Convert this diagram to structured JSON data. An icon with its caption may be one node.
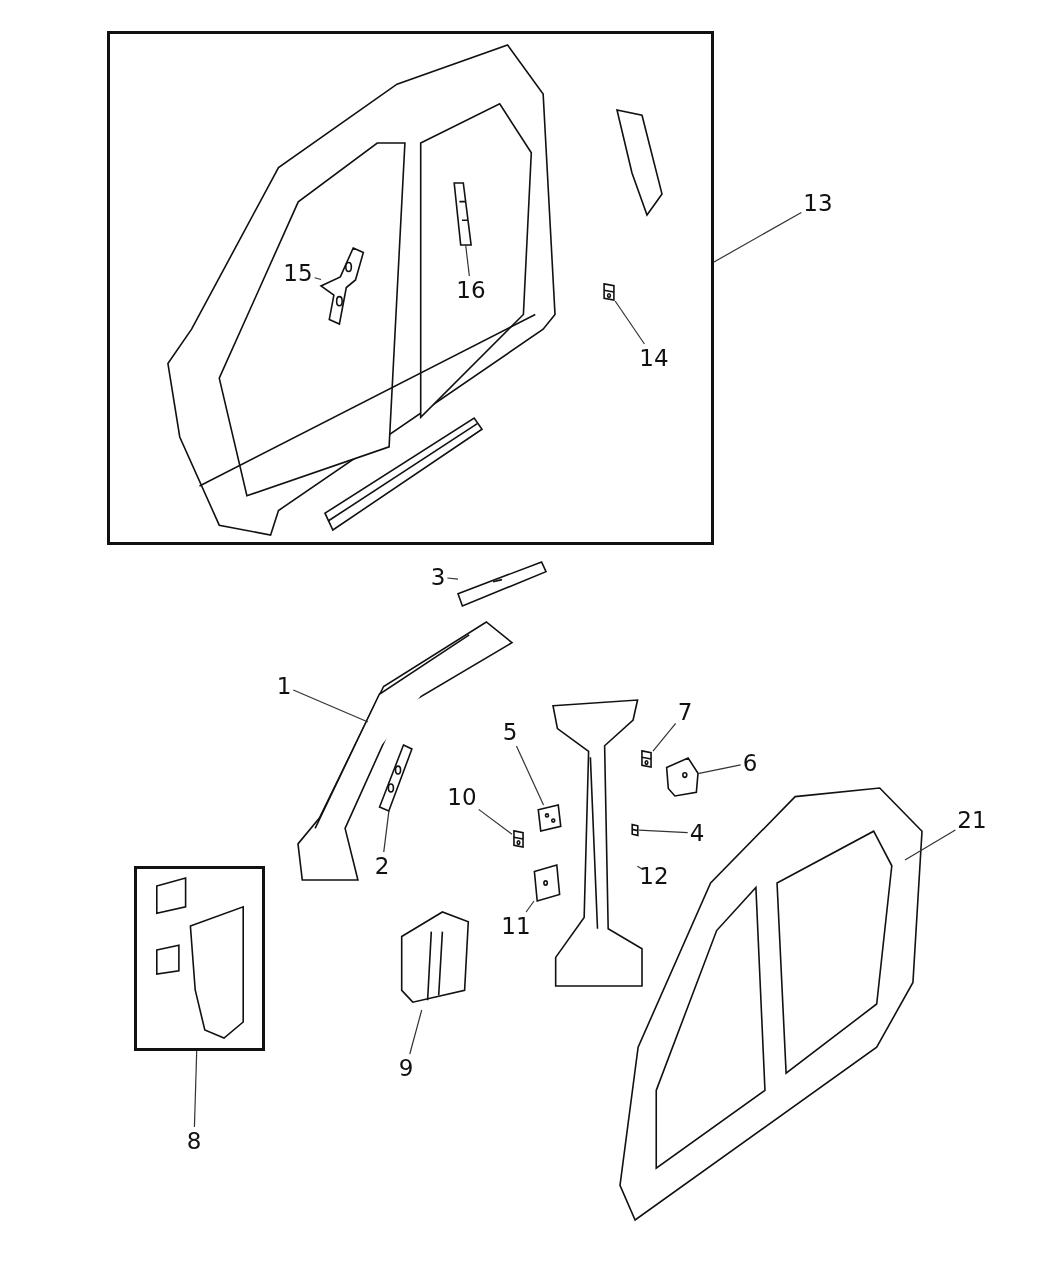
{
  "diagram": {
    "nodes": [
      {
        "text": [],
        "shape": "box"
      },
      {
        "text": [
          "15"
        ],
        "in": 0
      },
      {
        "text": [],
        "shape": "picture",
        "in": 0
      },
      {
        "text": [
          "16"
        ],
        "in": 0
      },
      {
        "text": [],
        "shape": "picture",
        "in": 0
      },
      {
        "text": [
          "14"
        ],
        "in": 0
      },
      {
        "text": [],
        "shape": "picture",
        "in": 0
      },
      {
        "text": [
          "13"
        ]
      },
      {
        "text": [
          "3"
        ]
      },
      {
        "text": [],
        "shape": "picture"
      },
      {
        "text": [
          "1"
        ]
      },
      {
        "text": [],
        "shape": "picture"
      },
      {
        "text": [
          "2"
        ]
      },
      {
        "text": [],
        "shape": "picture"
      },
      {
        "text": [
          "7"
        ]
      },
      {
        "text": [],
        "shape": "picture"
      },
      {
        "text": [
          "5"
        ]
      },
      {
        "text": [],
        "shape": "picture"
      },
      {
        "text": [
          "6"
        ]
      },
      {
        "text": [],
        "shape": "picture"
      },
      {
        "text": [
          "10"
        ]
      },
      {
        "text": [],
        "shape": "picture"
      },
      {
        "text": [
          "4"
        ]
      },
      {
        "text": [],
        "shape": "picture"
      },
      {
        "text": [
          "12"
        ]
      },
      {
        "text": [],
        "shape": "picture"
      },
      {
        "text": [
          "21"
        ]
      },
      {
        "text": [],
        "shape": "picture"
      },
      {
        "text": [
          "11"
        ]
      },
      {
        "text": [],
        "shape": "picture"
      },
      {
        "text": [],
        "shape": "box"
      },
      {
        "text": [
          "9"
        ]
      },
      {
        "text": [],
        "shape": "picture"
      },
      {
        "text": [
          "8"
        ]
      }
    ],
    "edges": [
      {
        "from": 1,
        "to": 2,
        "arrow": "none"
      },
      {
        "from": 3,
        "to": 4,
        "arrow": "none"
      },
      {
        "from": 5,
        "to": 6,
        "arrow": "none"
      },
      {
        "from": 7,
        "to": 0,
        "arrow": "none"
      },
      {
        "from": 8,
        "to": 9,
        "arrow": "none"
      },
      {
        "from": 10,
        "to": 11,
        "arrow": "none"
      },
      {
        "from": 12,
        "to": 13,
        "arrow": "none"
      },
      {
        "from": 14,
        "to": 15,
        "arrow": "none"
      },
      {
        "from": 16,
        "to": 17,
        "arrow": "none"
      },
      {
        "from": 18,
        "to": 19,
        "arrow": "none"
      },
      {
        "from": 20,
        "to": 21,
        "arrow": "none"
      },
      {
        "from": 22,
        "to": 23,
        "arrow": "none"
      },
      {
        "from": 24,
        "to": 25,
        "arrow": "none"
      },
      {
        "from": 26,
        "to": 27,
        "arrow": "none"
      },
      {
        "from": 28,
        "to": 29,
        "arrow": "none"
      },
      {
        "from": 33,
        "to": 30,
        "arrow": "none"
      },
      {
        "from": 31,
        "to": 32,
        "arrow": "none"
      }
    ]
  }
}
